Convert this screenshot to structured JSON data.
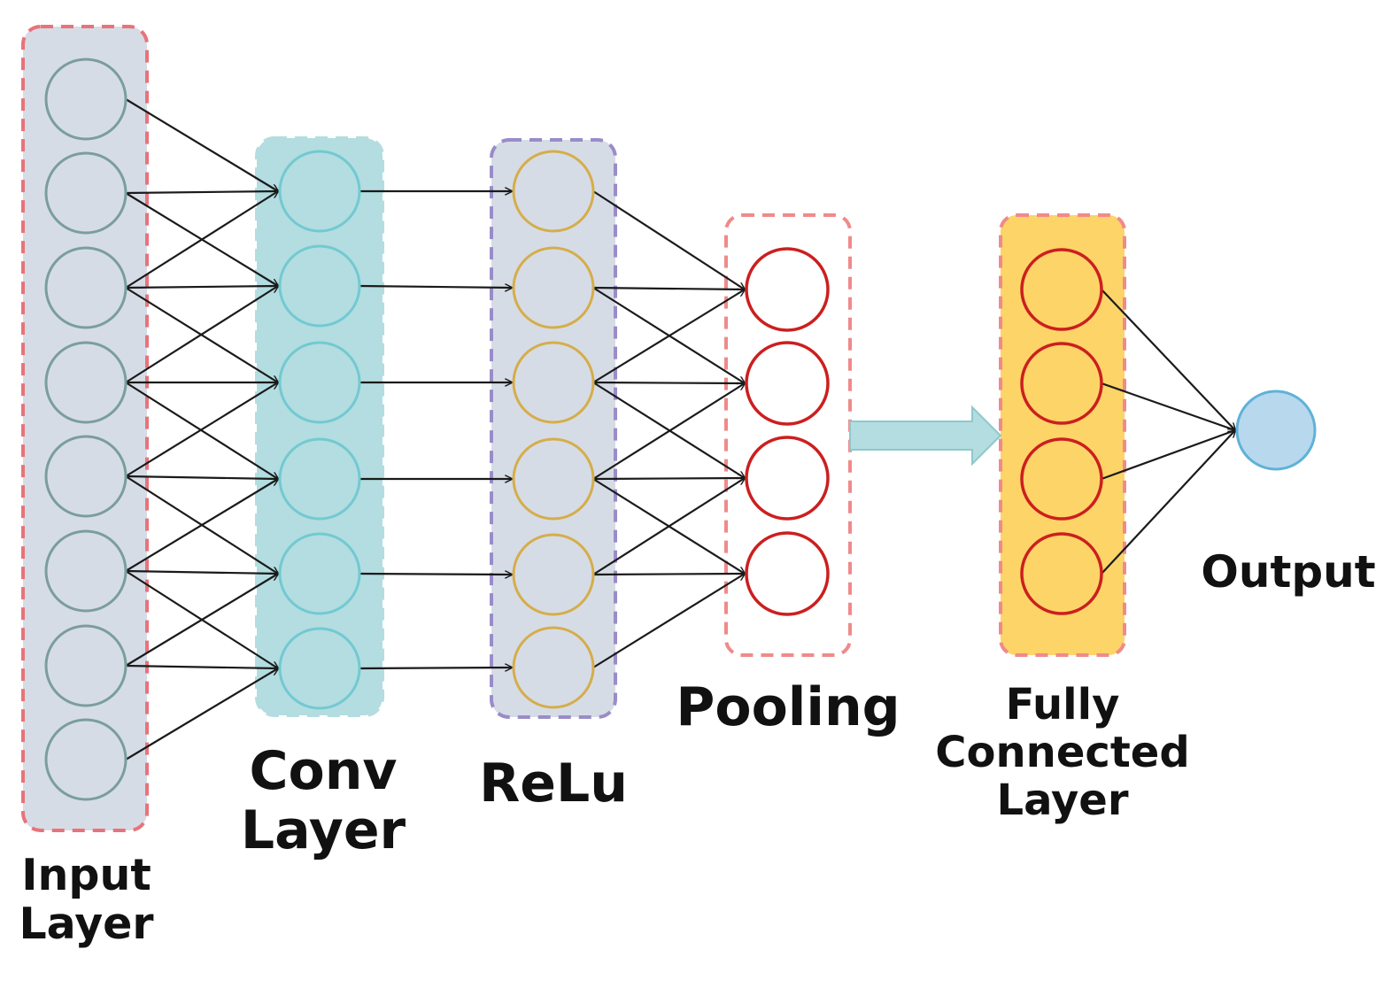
{
  "layers": {
    "input": {
      "label_lines": [
        "Input",
        "Layer"
      ],
      "node_count": 8,
      "panel_fill": "#d6dce6",
      "panel_border": "#e8737a",
      "node_stroke": "#7a9e9b"
    },
    "conv": {
      "label_lines": [
        "Conv",
        "Layer"
      ],
      "node_count": 6,
      "panel_fill": "#b3dde0",
      "panel_border": "#b3dde0",
      "node_stroke": "#72c9d2"
    },
    "relu": {
      "label_lines": [
        "ReLu"
      ],
      "node_count": 6,
      "panel_fill": "#d6dce6",
      "panel_border": "#9a8cc8",
      "node_stroke": "#d5ad4a"
    },
    "pooling": {
      "label_lines": [
        "Pooling"
      ],
      "node_count": 4,
      "panel_fill": "#ffffff",
      "panel_border": "#f08a8a",
      "node_stroke": "#cc1f1f"
    },
    "fully_connected": {
      "label_lines": [
        "Fully",
        "Connected",
        "Layer"
      ],
      "node_count": 4,
      "panel_fill": "#fdd468",
      "panel_border": "#f08a8a",
      "node_stroke": "#cc1f1f"
    },
    "output": {
      "label_lines": [
        "Output"
      ],
      "node_count": 1,
      "node_fill": "#b8d8ee",
      "node_stroke": "#5fb2d8"
    }
  },
  "colors": {
    "connection": "#1a1a1a",
    "transition_arrow": "#b3dde0",
    "transition_arrow_stroke": "#8fc8cc"
  }
}
